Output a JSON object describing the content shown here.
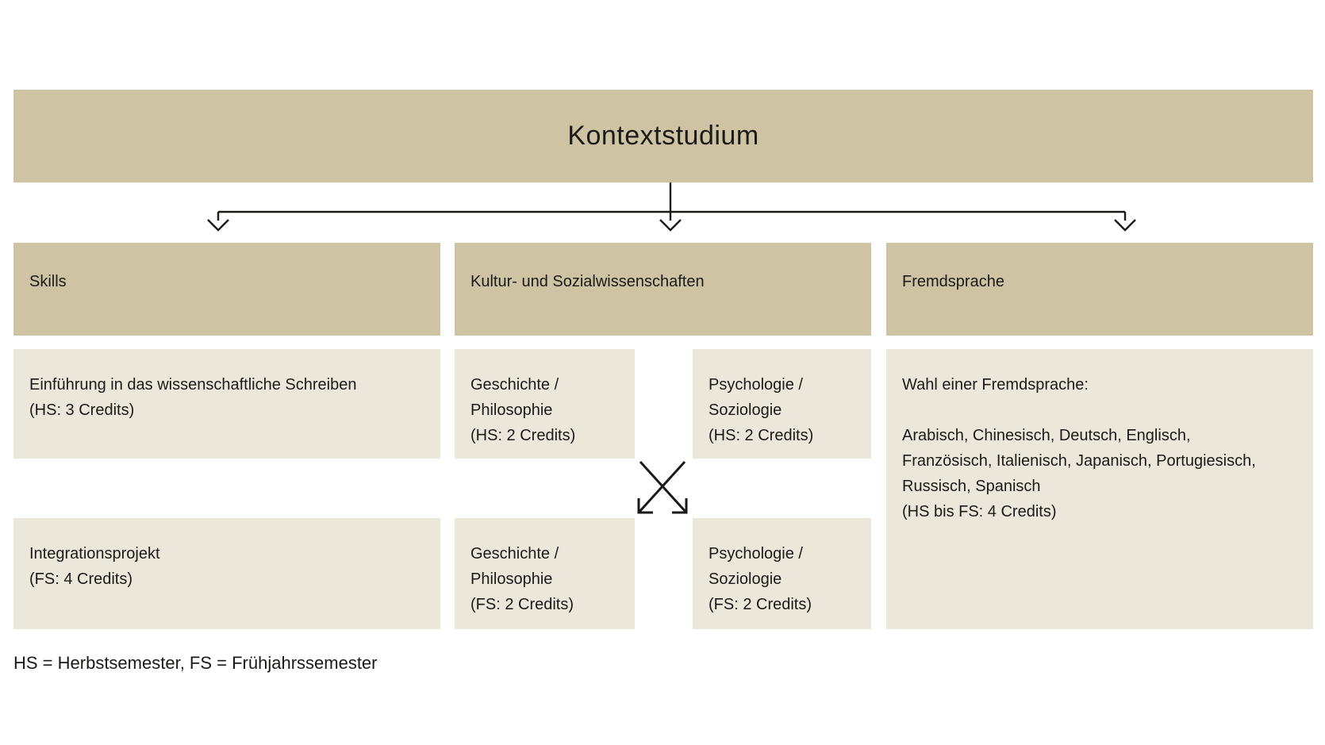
{
  "title": "Kontextstudium",
  "colors": {
    "banner": "#cec4a3",
    "box": "#ebe7da",
    "line": "#1b1a18",
    "ink": "#1b1a18",
    "bg": "#ffffff"
  },
  "columns": [
    {
      "header": "Skills",
      "hs_box": {
        "lines": [
          "Einführung in das wissenschaftliche Schreiben",
          "(HS: 3 Credits)"
        ]
      },
      "fs_box": {
        "lines": [
          "Integrationsprojekt",
          "(FS: 4 Credits)"
        ]
      }
    },
    {
      "header": "Kultur- und Sozialwissenschaften",
      "hs_boxes": [
        {
          "lines": [
            "Geschichte /",
            "Philosophie",
            "(HS: 2 Credits)"
          ]
        },
        {
          "lines": [
            "Psychologie /",
            "Soziologie",
            "(HS: 2 Credits)"
          ]
        }
      ],
      "fs_boxes": [
        {
          "lines": [
            "Geschichte /",
            "Philosophie",
            "(FS: 2 Credits)"
          ]
        },
        {
          "lines": [
            "Psychologie /",
            "Soziologie",
            "(FS: 2 Credits)"
          ]
        }
      ]
    },
    {
      "header": "Fremdsprache",
      "box": {
        "lines": [
          "Wahl einer Fremdsprache:",
          "",
          "Arabisch, Chinesisch, Deutsch, Englisch,",
          "Französisch, Italienisch, Japanisch, Portugiesisch,",
          "Russisch, Spanisch",
          "(HS bis FS: 4 Credits)"
        ]
      }
    }
  ],
  "footer": {
    "legend": "HS = Herbstsemester, FS = Frühjahrssemester"
  }
}
